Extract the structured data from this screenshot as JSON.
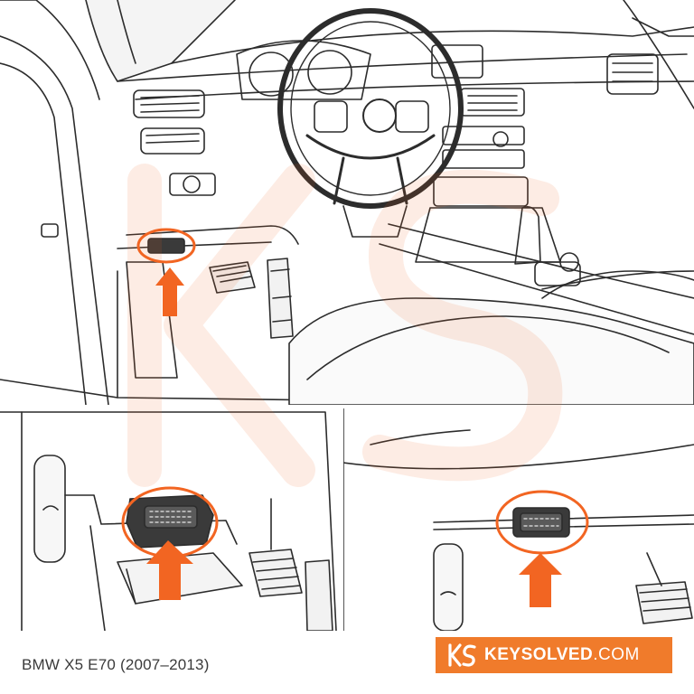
{
  "caption": "BMW X5 E70 (2007–2013)",
  "brand": {
    "name": "KEYSOLVED",
    "tld": ".COM",
    "color": "#f07b2b"
  },
  "accent_color": "#f26522",
  "icons": {
    "steering_badge": "bmw-roundel",
    "logo": "ks-monogram"
  }
}
